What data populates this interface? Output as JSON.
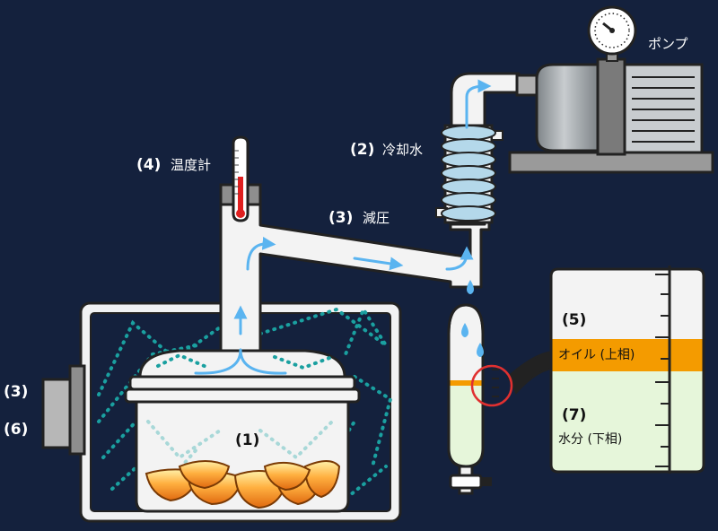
{
  "labels": {
    "vessel": "(1)",
    "condenser_num": "(2)",
    "condenser_text": "冷却水",
    "vacuum_num": "(3)",
    "vacuum_text": "減圧",
    "thermo_num": "(4)",
    "thermo_text": "温度計",
    "heater_num_top": "(3)",
    "heater_num_bottom": "(6)",
    "pump_text": "ポンプ",
    "oil_num": "(5)",
    "oil_text": "オイル (上相)",
    "water_num": "(7)",
    "water_text": "水分 (下相)"
  },
  "colors": {
    "background": "#14213d",
    "flow_arrow": "#5ab4f0",
    "steam_dots": "#1aa0a0",
    "oil_layer": "#f49b00",
    "water_layer": "#e6f6da",
    "coil": "#b4d8ea",
    "magnifier_ring": "#e03030",
    "thermometer_liquid": "#e02020"
  }
}
